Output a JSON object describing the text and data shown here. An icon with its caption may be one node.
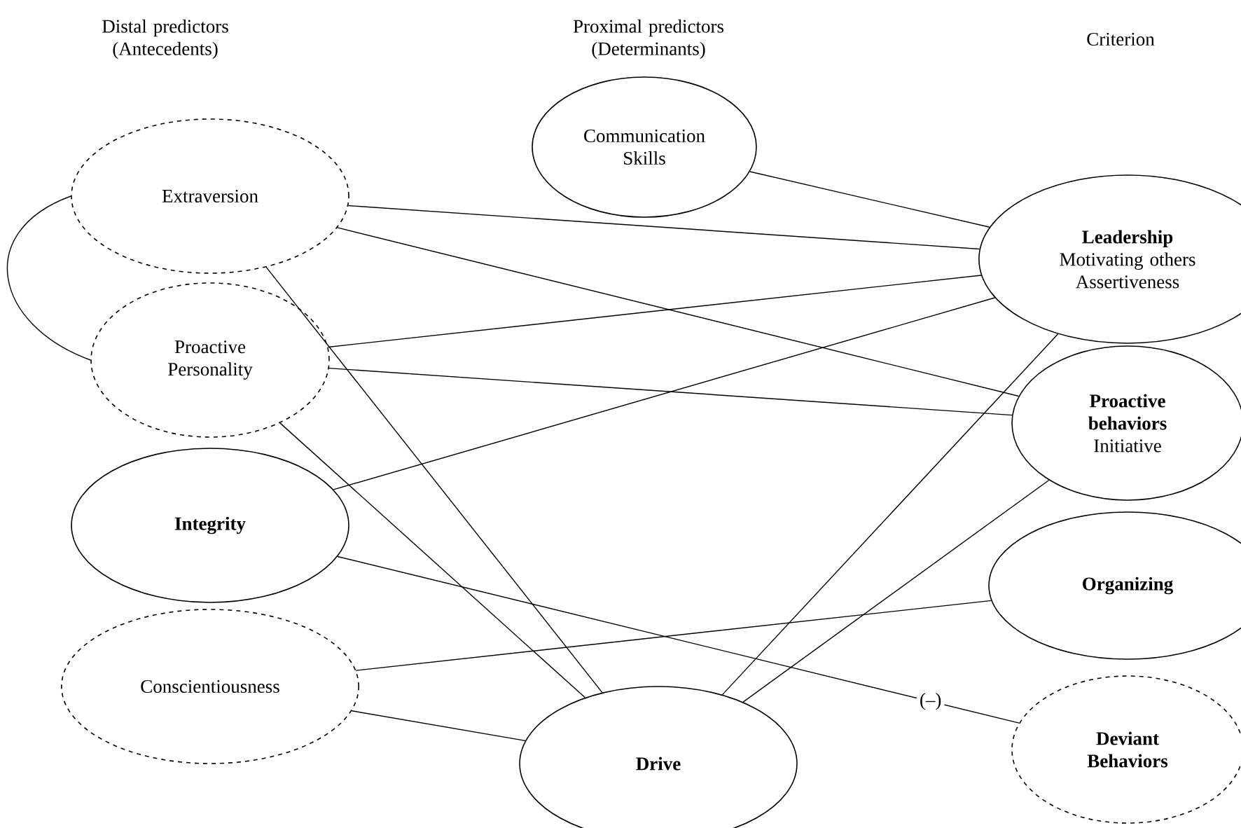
{
  "diagram": {
    "nodes": [
      {
        "text": [
          "Extraversion"
        ]
      },
      {
        "text": [
          "Proactive Personality"
        ]
      },
      {
        "text": [
          "Integrity"
        ]
      },
      {
        "text": [
          "Conscientiousness"
        ]
      },
      {
        "text": [
          "Communication Skills"
        ]
      },
      {
        "text": [
          "Drive"
        ]
      },
      {
        "text": [
          "Leadership",
          "Motivating others Assertiveness"
        ]
      },
      {
        "text": [
          "Proactive behaviors",
          "Initiative"
        ]
      },
      {
        "text": [
          "Organizing"
        ]
      },
      {
        "text": [
          "Deviant Behaviors"
        ]
      }
    ],
    "edges": [
      {
        "from": 0,
        "to": 1,
        "arrow": "none"
      },
      {
        "from": 0,
        "to": 6,
        "arrow": "none"
      },
      {
        "from": 0,
        "to": 7,
        "arrow": "none"
      },
      {
        "from": 0,
        "to": 5,
        "arrow": "none"
      },
      {
        "from": 1,
        "to": 6,
        "arrow": "none"
      },
      {
        "from": 1,
        "to": 7,
        "arrow": "none"
      },
      {
        "from": 1,
        "to": 5,
        "arrow": "none"
      },
      {
        "from": 2,
        "to": 6,
        "arrow": "none"
      },
      {
        "from": 2,
        "to": 9,
        "arrow": "none",
        "label": "(–)"
      },
      {
        "from": 3,
        "to": 8,
        "arrow": "none"
      },
      {
        "from": 3,
        "to": 5,
        "arrow": "none"
      },
      {
        "from": 4,
        "to": 6,
        "arrow": "none"
      },
      {
        "from": 5,
        "to": 6,
        "arrow": "none"
      },
      {
        "from": 5,
        "to": 7,
        "arrow": "none"
      }
    ],
    "labels": [
      "Distal predictors (Antecedents)",
      "Proximal predictors (Determinants)",
      "Criterion"
    ]
  }
}
